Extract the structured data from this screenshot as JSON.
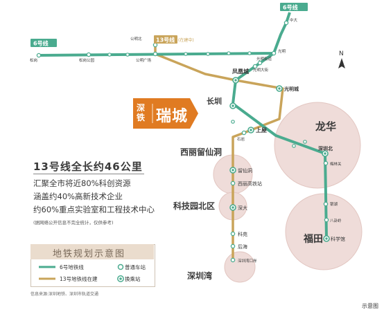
{
  "colors": {
    "line6": "#4aab8f",
    "line13": "#c9a45a",
    "district_fill": "#efdcd9",
    "district_stroke": "#e2c6c1",
    "badge_orange": "#e07b22",
    "heading_text": "#3a3a3a"
  },
  "map": {
    "line6_badges": [
      {
        "id": "top",
        "label": "6号线"
      },
      {
        "id": "left",
        "label": "6号线"
      }
    ],
    "line13_badge": {
      "label": "13号线",
      "status": "(在建中)"
    },
    "north": "N",
    "districts": [
      {
        "id": "longhua",
        "label": "龙华"
      },
      {
        "id": "futian",
        "label": "福田"
      },
      {
        "id": "xili",
        "label": "西丽留仙洞"
      },
      {
        "id": "kejiyuan",
        "label": "科技园北区"
      },
      {
        "id": "shenzhenwan",
        "label": "深圳湾"
      }
    ],
    "stations": [
      {
        "id": "zhongda",
        "label": "中大"
      },
      {
        "id": "gongmingbei",
        "label": "公明北"
      },
      {
        "id": "songgang",
        "label": "松岗"
      },
      {
        "id": "songgang_park",
        "label": "松岗公园"
      },
      {
        "id": "gongming_sq",
        "label": "公明广场"
      },
      {
        "id": "guangming",
        "label": "光明"
      },
      {
        "id": "guangming_street",
        "label": "光明街道"
      },
      {
        "id": "guangming_ave",
        "label": "光明大街"
      },
      {
        "id": "fenghuangcheng",
        "label": "凤凰城"
      },
      {
        "id": "guangmingcheng",
        "label": "光明城"
      },
      {
        "id": "changzhen",
        "label": "长圳"
      },
      {
        "id": "shangwu",
        "label": "上屋"
      },
      {
        "id": "shiyan",
        "label": "石岩"
      },
      {
        "id": "liuxiandong",
        "label": "留仙洞"
      },
      {
        "id": "xili_hsr",
        "label": "西丽高铁站"
      },
      {
        "id": "shenda",
        "label": "深大"
      },
      {
        "id": "keyuan",
        "label": "科苑"
      },
      {
        "id": "houhai",
        "label": "后海"
      },
      {
        "id": "sz_bay_port",
        "label": "深圳湾口岸"
      },
      {
        "id": "shenzhenbei",
        "label": "深圳北"
      },
      {
        "id": "meilinguan",
        "label": "梅林关"
      },
      {
        "id": "yinhu",
        "label": "银湖"
      },
      {
        "id": "bagualing",
        "label": "八卦岭"
      },
      {
        "id": "kexueguan",
        "label": "科学馆"
      }
    ],
    "caption": "示意图"
  },
  "project_badge": {
    "left": "深铁",
    "right": "瑞城"
  },
  "info": {
    "heading": "13号线全长约46公里",
    "stats": [
      "汇聚全市将近80%科创资源",
      "涵盖约40%高新技术企业",
      "约60%重点实验室和工程技术中心"
    ],
    "note": "(据网络公开信息不完全统计，仅供参考)"
  },
  "legend": {
    "title": "地铁规划示意图",
    "items": [
      {
        "id": "l6",
        "label": "6号地铁线"
      },
      {
        "id": "normal",
        "label": "普通车站"
      },
      {
        "id": "l13",
        "label": "13号地铁线在建"
      },
      {
        "id": "transfer",
        "label": "换乘站"
      }
    ]
  },
  "source": "信息来源:深圳地铁、深圳市轨道交通"
}
